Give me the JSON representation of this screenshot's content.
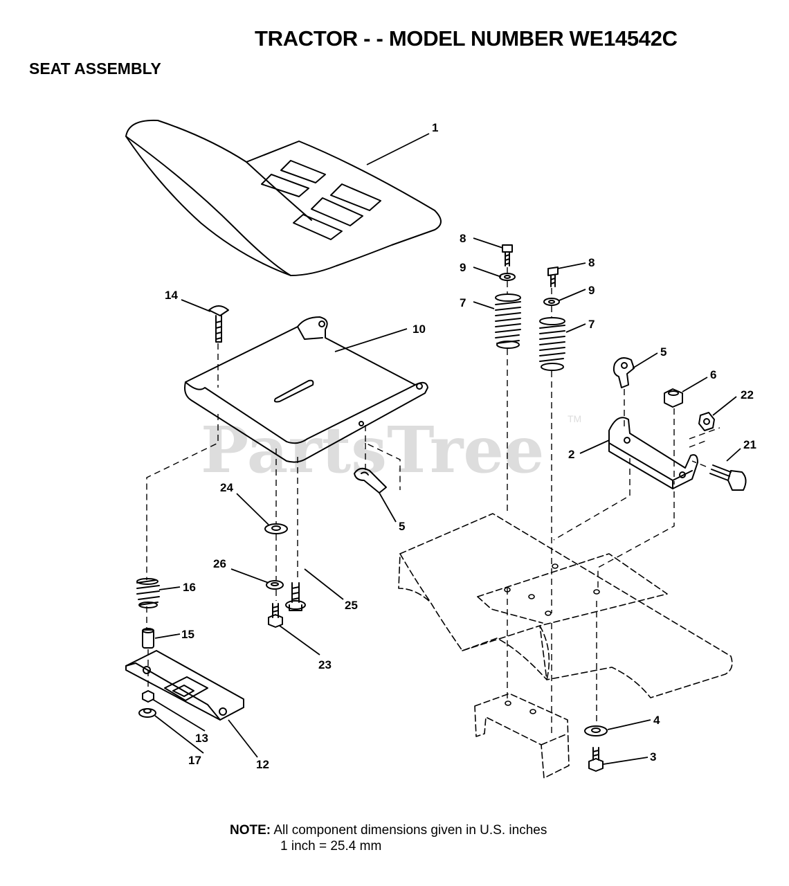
{
  "header": {
    "title": "TRACTOR - - MODEL NUMBER WE14542C",
    "subtitle": "SEAT ASSEMBLY"
  },
  "watermark": {
    "text": "PartsTree",
    "tm": "TM"
  },
  "callouts": {
    "c1": "1",
    "c2": "2",
    "c3": "3",
    "c4": "4",
    "c5a": "5",
    "c5b": "5",
    "c6": "6",
    "c7a": "7",
    "c7b": "7",
    "c8a": "8",
    "c8b": "8",
    "c9a": "9",
    "c9b": "9",
    "c10": "10",
    "c12": "12",
    "c13": "13",
    "c14": "14",
    "c15": "15",
    "c16": "16",
    "c17": "17",
    "c21": "21",
    "c22": "22",
    "c23": "23",
    "c24": "24",
    "c25": "25",
    "c26": "26"
  },
  "note": {
    "label": "NOTE:",
    "line1": "All component dimensions given in U.S. inches",
    "line2": "1 inch = 25.4 mm"
  }
}
